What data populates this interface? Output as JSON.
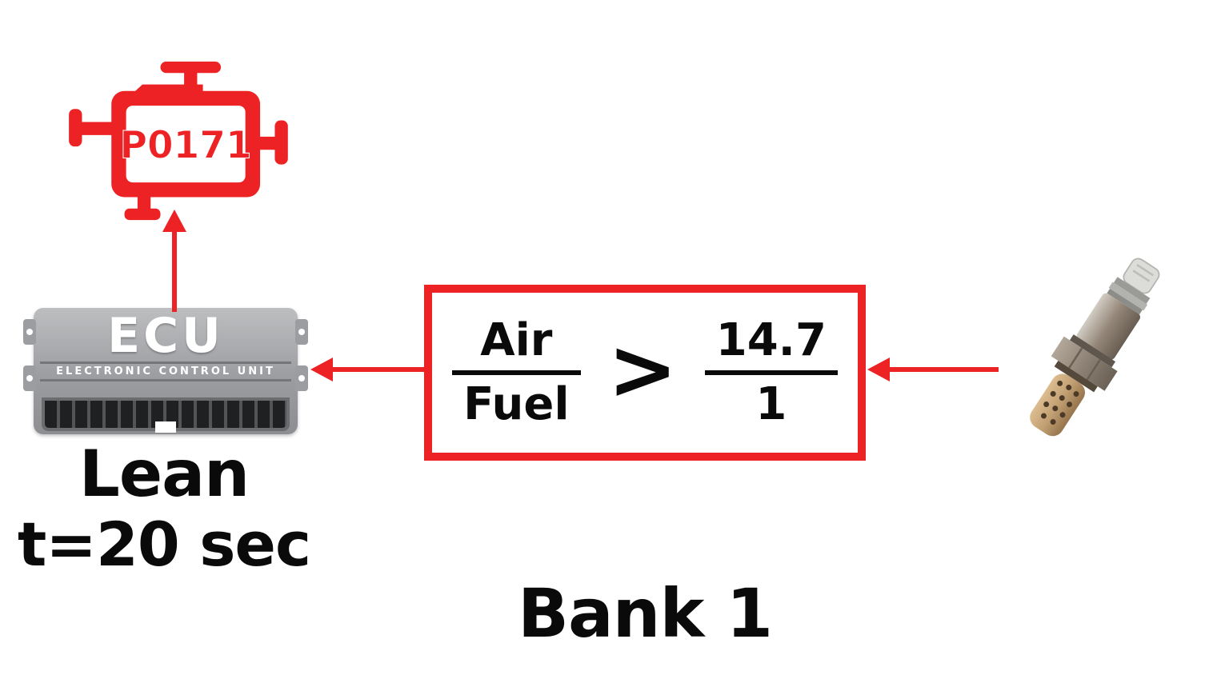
{
  "mil": {
    "code": "P0171",
    "icon": "check-engine-icon"
  },
  "ecu": {
    "label": "ECU",
    "sublabel": "ELECTRONIC CONTROL UNIT"
  },
  "condition": {
    "line1": "Lean",
    "line2": "t=20 sec"
  },
  "formula": {
    "num_left": "Air",
    "den_left": "Fuel",
    "op": ">",
    "num_right": "14.7",
    "den_right": "1"
  },
  "bank": {
    "label": "Bank 1"
  },
  "sensor": {
    "icon": "oxygen-sensor-image"
  },
  "colors": {
    "accent_red": "#ED2224",
    "text_black": "#0a0a0a",
    "ecu_gray": "#9b9da0"
  }
}
